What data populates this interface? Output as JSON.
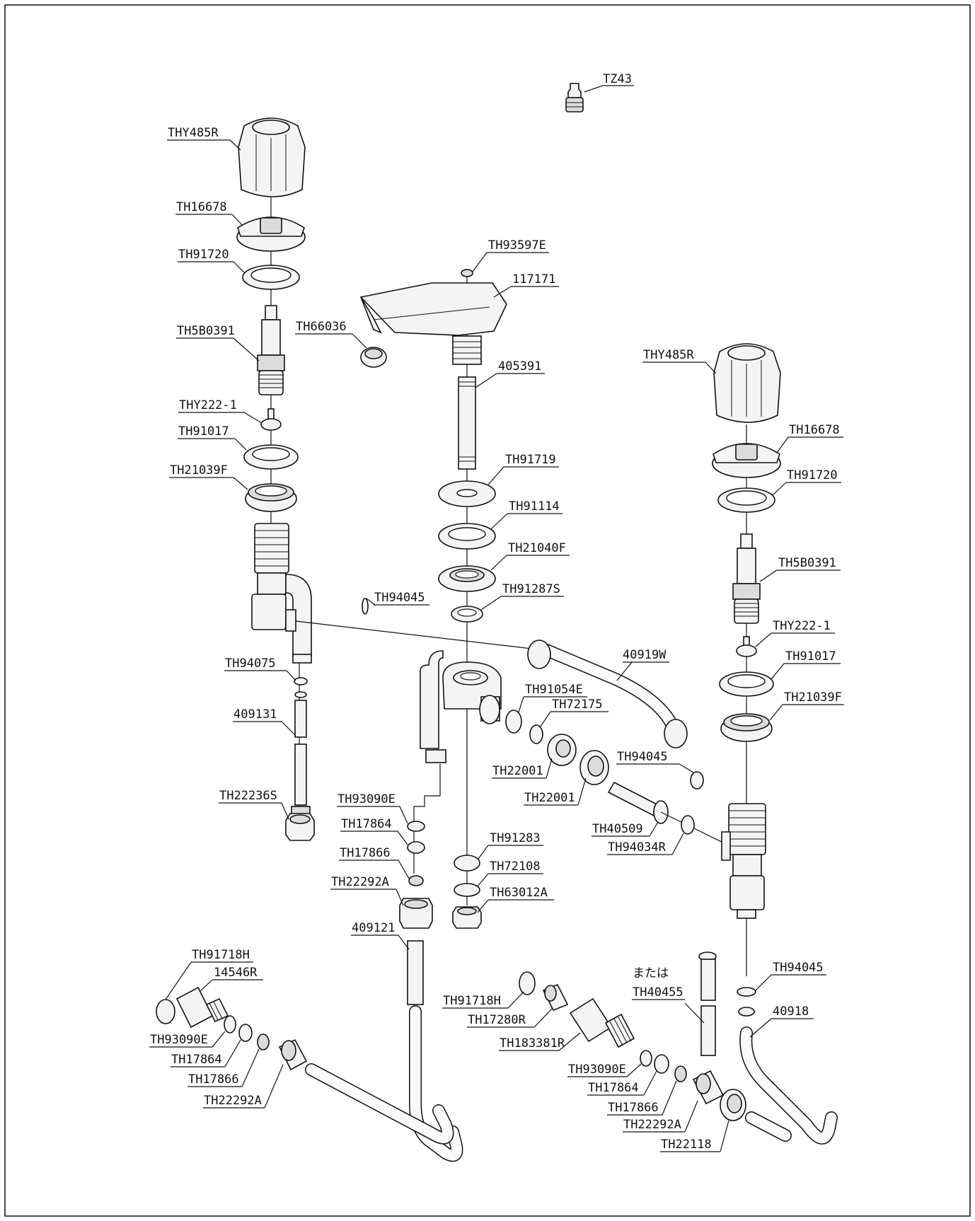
{
  "labels": {
    "tz43": "TZ43",
    "thy485r_left": "THY485R",
    "th16678_left": "TH16678",
    "th91720_left": "TH91720",
    "th5b0391_left": "TH5B0391",
    "thy222_1_left": "THY222-1",
    "th91017_left": "TH91017",
    "th21039f_left": "TH21039F",
    "th94075": "TH94075",
    "n409131": "409131",
    "th22236s": "TH22236S",
    "th93597e": "TH93597E",
    "n117171": "117171",
    "th66036": "TH66036",
    "n405391": "405391",
    "th91719": "TH91719",
    "th91114": "TH91114",
    "th21040f": "TH21040F",
    "th91287s": "TH91287S",
    "th94045_a": "TH94045",
    "n40919w": "40919W",
    "th91054e": "TH91054E",
    "th72175": "TH72175",
    "th22001_a": "TH22001",
    "th22001_b": "TH22001",
    "th94045_b": "TH94045",
    "th40509": "TH40509",
    "th94034r": "TH94034R",
    "th93090e_mid": "TH93090E",
    "th17864_mid": "TH17864",
    "th17866_mid": "TH17866",
    "th22292a_mid": "TH22292A",
    "n409121": "409121",
    "th91283": "TH91283",
    "th72108": "TH72108",
    "th63012a": "TH63012A",
    "thy485r_right": "THY485R",
    "th16678_right": "TH16678",
    "th91720_right": "TH91720",
    "th5b0391_right": "TH5B0391",
    "thy222_1_right": "THY222-1",
    "th91017_right": "TH91017",
    "th21039f_right": "TH21039F",
    "th94045_c": "TH94045",
    "n40918": "40918",
    "mata_wa": "または",
    "th40455": "TH40455",
    "th91718h_left": "TH91718H",
    "n14546r": "14546R",
    "th93090e_left": "TH93090E",
    "th17864_left": "TH17864",
    "th17866_left": "TH17866",
    "th22292a_left": "TH22292A",
    "th91718h_right": "TH91718H",
    "th17280r": "TH17280R",
    "th183381r": "TH183381R",
    "th93090e_right": "TH93090E",
    "th17864_right": "TH17864",
    "th17866_right": "TH17866",
    "th22292a_right": "TH22292A",
    "th22118": "TH22118"
  }
}
